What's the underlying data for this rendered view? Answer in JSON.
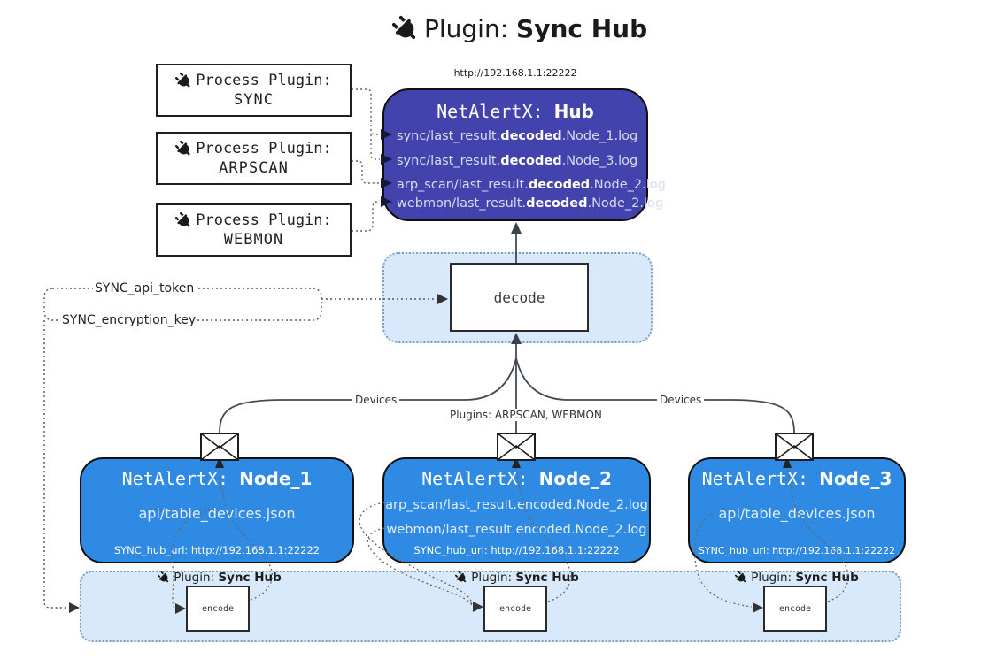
{
  "title": {
    "prefix": "Plugin: ",
    "name": "Sync Hub"
  },
  "colors": {
    "hub_fill": "#4343ae",
    "node_fill": "#2f8ae4",
    "panel_fill": "#d7e9fb",
    "panel_border": "#7d9dbf",
    "edge_line": "#434a54",
    "dotted_line": "#666666"
  },
  "hub": {
    "url": "http://192.168.1.1:22222",
    "title_prefix": "NetAlertX: ",
    "name": "Hub",
    "lines": [
      {
        "pre": "sync/last_result.",
        "bold": "decoded",
        "post": ".Node_1.log"
      },
      {
        "pre": "sync/last_result.",
        "bold": "decoded",
        "post": ".Node_3.log"
      },
      {
        "pre": "arp_scan/last_result.",
        "bold": "decoded",
        "post": ".Node_2.log"
      },
      {
        "pre": "webmon/last_result.",
        "bold": "decoded",
        "post": ".Node_2.log"
      }
    ]
  },
  "process_plugins": [
    {
      "label": "Process Plugin:",
      "name": "SYNC"
    },
    {
      "label": "Process Plugin:",
      "name": "ARPSCAN"
    },
    {
      "label": "Process Plugin:",
      "name": "WEBMON"
    }
  ],
  "decode": {
    "label": "decode"
  },
  "tokens": {
    "api_token": "SYNC_api_token",
    "encryption_key": "SYNC_encryption_key"
  },
  "edges": {
    "devices_left": "Devices",
    "devices_right": "Devices",
    "plugins_mid": "Plugins: ARPSCAN, WEBMON"
  },
  "nodes": [
    {
      "title_prefix": "NetAlertX: ",
      "name": "Node_1",
      "line1": "api/table_devices.json",
      "hub_url": "SYNC_hub_url: http://192.168.1.1:22222"
    },
    {
      "title_prefix": "NetAlertX: ",
      "name": "Node_2",
      "line1": "arp_scan/last_result.encoded.Node_2.log",
      "line2": "webmon/last_result.encoded.Node_2.log",
      "hub_url": "SYNC_hub_url: http://192.168.1.1:22222"
    },
    {
      "title_prefix": "NetAlertX: ",
      "name": "Node_3",
      "line1": "api/table_devices.json",
      "hub_url": "SYNC_hub_url: http://192.168.1.1:22222"
    }
  ],
  "encoders": [
    {
      "plugin_prefix": "Plugin: ",
      "plugin_name": "Sync Hub",
      "label": "encode"
    },
    {
      "plugin_prefix": "Plugin: ",
      "plugin_name": "Sync Hub",
      "label": "encode"
    },
    {
      "plugin_prefix": "Plugin: ",
      "plugin_name": "Sync Hub",
      "label": "encode"
    }
  ]
}
